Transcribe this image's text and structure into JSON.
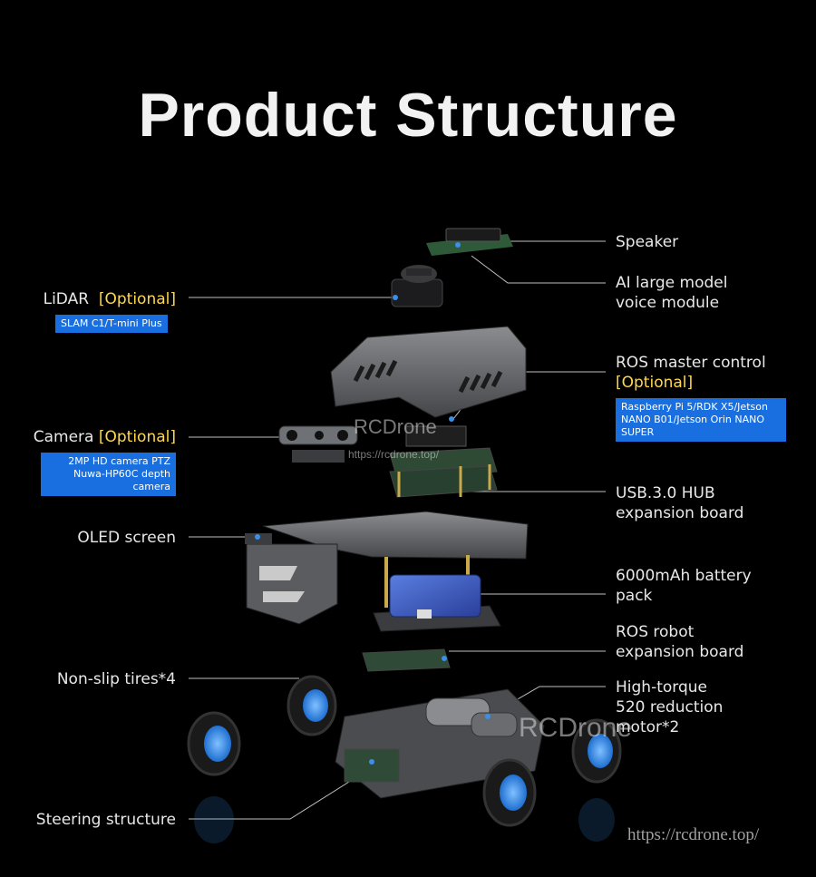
{
  "title": "Product Structure",
  "labels": {
    "speaker": "Speaker",
    "ai_voice_line1": "AI large model",
    "ai_voice_line2": "voice module",
    "lidar": "LiDAR",
    "lidar_optional": "[Optional]",
    "lidar_tag": "SLAM C1/T-mini Plus",
    "ros_master": "ROS master control",
    "ros_master_optional": "[Optional]",
    "ros_master_tag": "Raspberry Pi 5/RDK X5/Jetson NANO B01/Jetson Orin NANO SUPER",
    "camera": "Camera",
    "camera_optional": "[Optional]",
    "camera_tag_line1": "2MP HD camera PTZ",
    "camera_tag_line2": "Nuwa-HP60C depth camera",
    "usb_hub_line1": "USB.3.0 HUB",
    "usb_hub_line2": "expansion board",
    "oled": "OLED screen",
    "battery_line1": "6000mAh battery",
    "battery_line2": "pack",
    "ros_robot_line1": "ROS robot",
    "ros_robot_line2": "expansion board",
    "tires": "Non-slip tires*4",
    "motor_line1": "High-torque",
    "motor_line2": "520 reduction",
    "motor_line3": "motor*2",
    "steering": "Steering structure"
  },
  "watermarks": {
    "brand": "RCDrone",
    "url_small": "https://rcdrone.top/",
    "url_footer": "https://rcdrone.top/"
  },
  "colors": {
    "background": "#000000",
    "optional": "#ffd84a",
    "tag_blue": "#1a6fe0",
    "wheel_blue": "#3a8fe8",
    "chassis_gray": "#5a5c60"
  }
}
